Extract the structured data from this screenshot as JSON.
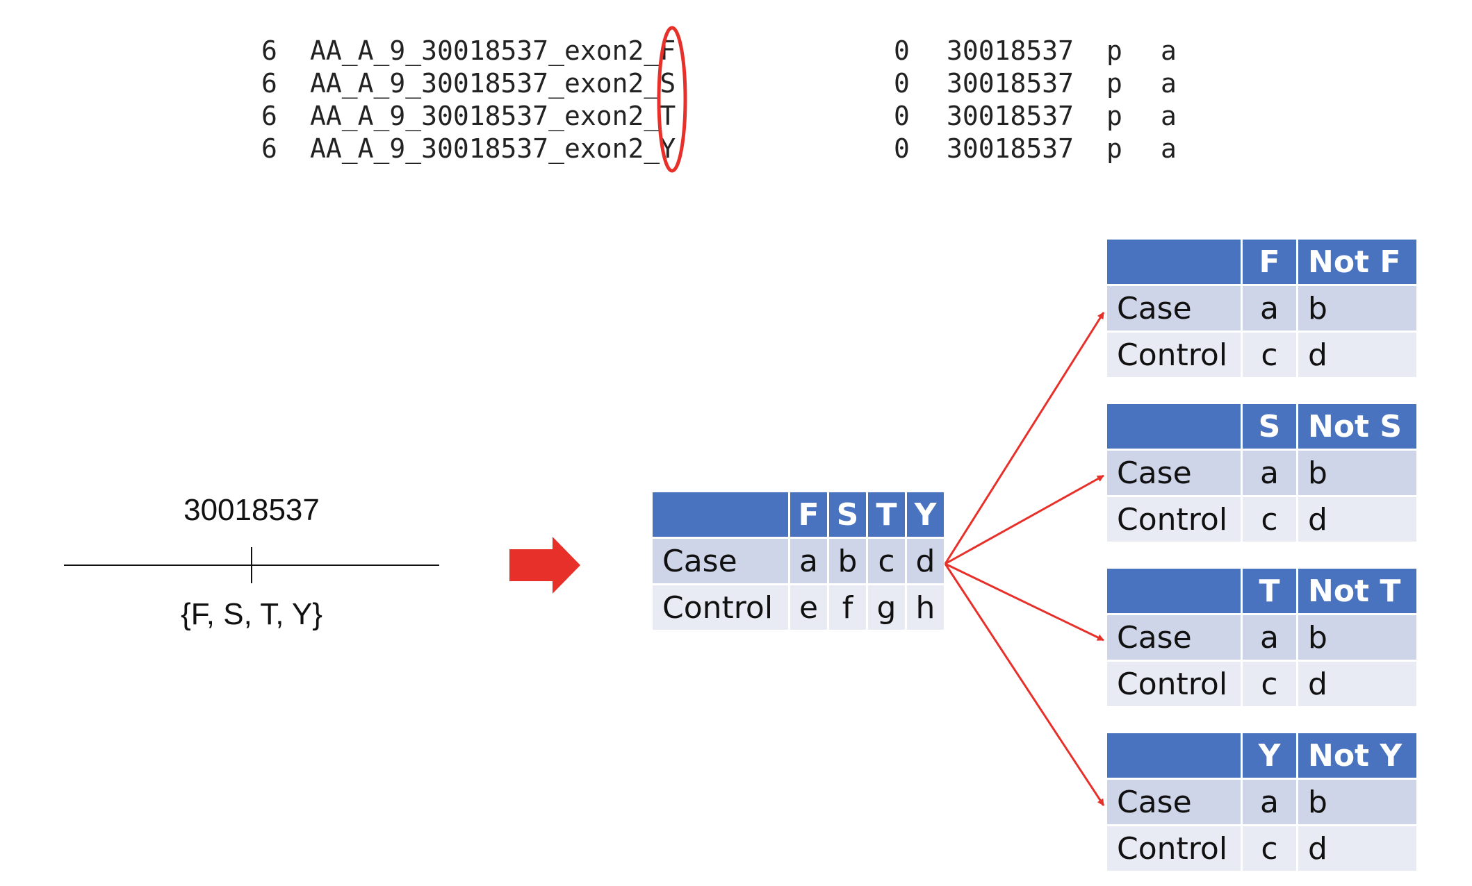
{
  "records": [
    {
      "chr": "6",
      "name": "AA_A_9_30018537_exon2_F",
      "zero": "0",
      "pos": "30018537",
      "p": "p",
      "a": "a"
    },
    {
      "chr": "6",
      "name": "AA_A_9_30018537_exon2_S",
      "zero": "0",
      "pos": "30018537",
      "p": "p",
      "a": "a"
    },
    {
      "chr": "6",
      "name": "AA_A_9_30018537_exon2_T",
      "zero": "0",
      "pos": "30018537",
      "p": "p",
      "a": "a"
    },
    {
      "chr": "6",
      "name": "AA_A_9_30018537_exon2_Y",
      "zero": "0",
      "pos": "30018537",
      "p": "p",
      "a": "a"
    }
  ],
  "position": {
    "label": "30018537",
    "alleles": "{F, S, T, Y}"
  },
  "main_table": {
    "headers": [
      "",
      "F",
      "S",
      "T",
      "Y"
    ],
    "rows": [
      [
        "Case",
        "a",
        "b",
        "c",
        "d"
      ],
      [
        "Control",
        "e",
        "f",
        "g",
        "h"
      ]
    ]
  },
  "sub_tables": [
    {
      "headers": [
        "",
        "F",
        "Not F"
      ],
      "rows": [
        [
          "Case",
          "a",
          "b"
        ],
        [
          "Control",
          "c",
          "d"
        ]
      ]
    },
    {
      "headers": [
        "",
        "S",
        "Not S"
      ],
      "rows": [
        [
          "Case",
          "a",
          "b"
        ],
        [
          "Control",
          "c",
          "d"
        ]
      ]
    },
    {
      "headers": [
        "",
        "T",
        "Not T"
      ],
      "rows": [
        [
          "Case",
          "a",
          "b"
        ],
        [
          "Control",
          "c",
          "d"
        ]
      ]
    },
    {
      "headers": [
        "",
        "Y",
        "Not Y"
      ],
      "rows": [
        [
          "Case",
          "a",
          "b"
        ],
        [
          "Control",
          "c",
          "d"
        ]
      ]
    }
  ],
  "colors": {
    "header": "#4a73bf",
    "row1": "#cfd5e8",
    "row2": "#e8ebf4",
    "accent": "#e8302a"
  }
}
